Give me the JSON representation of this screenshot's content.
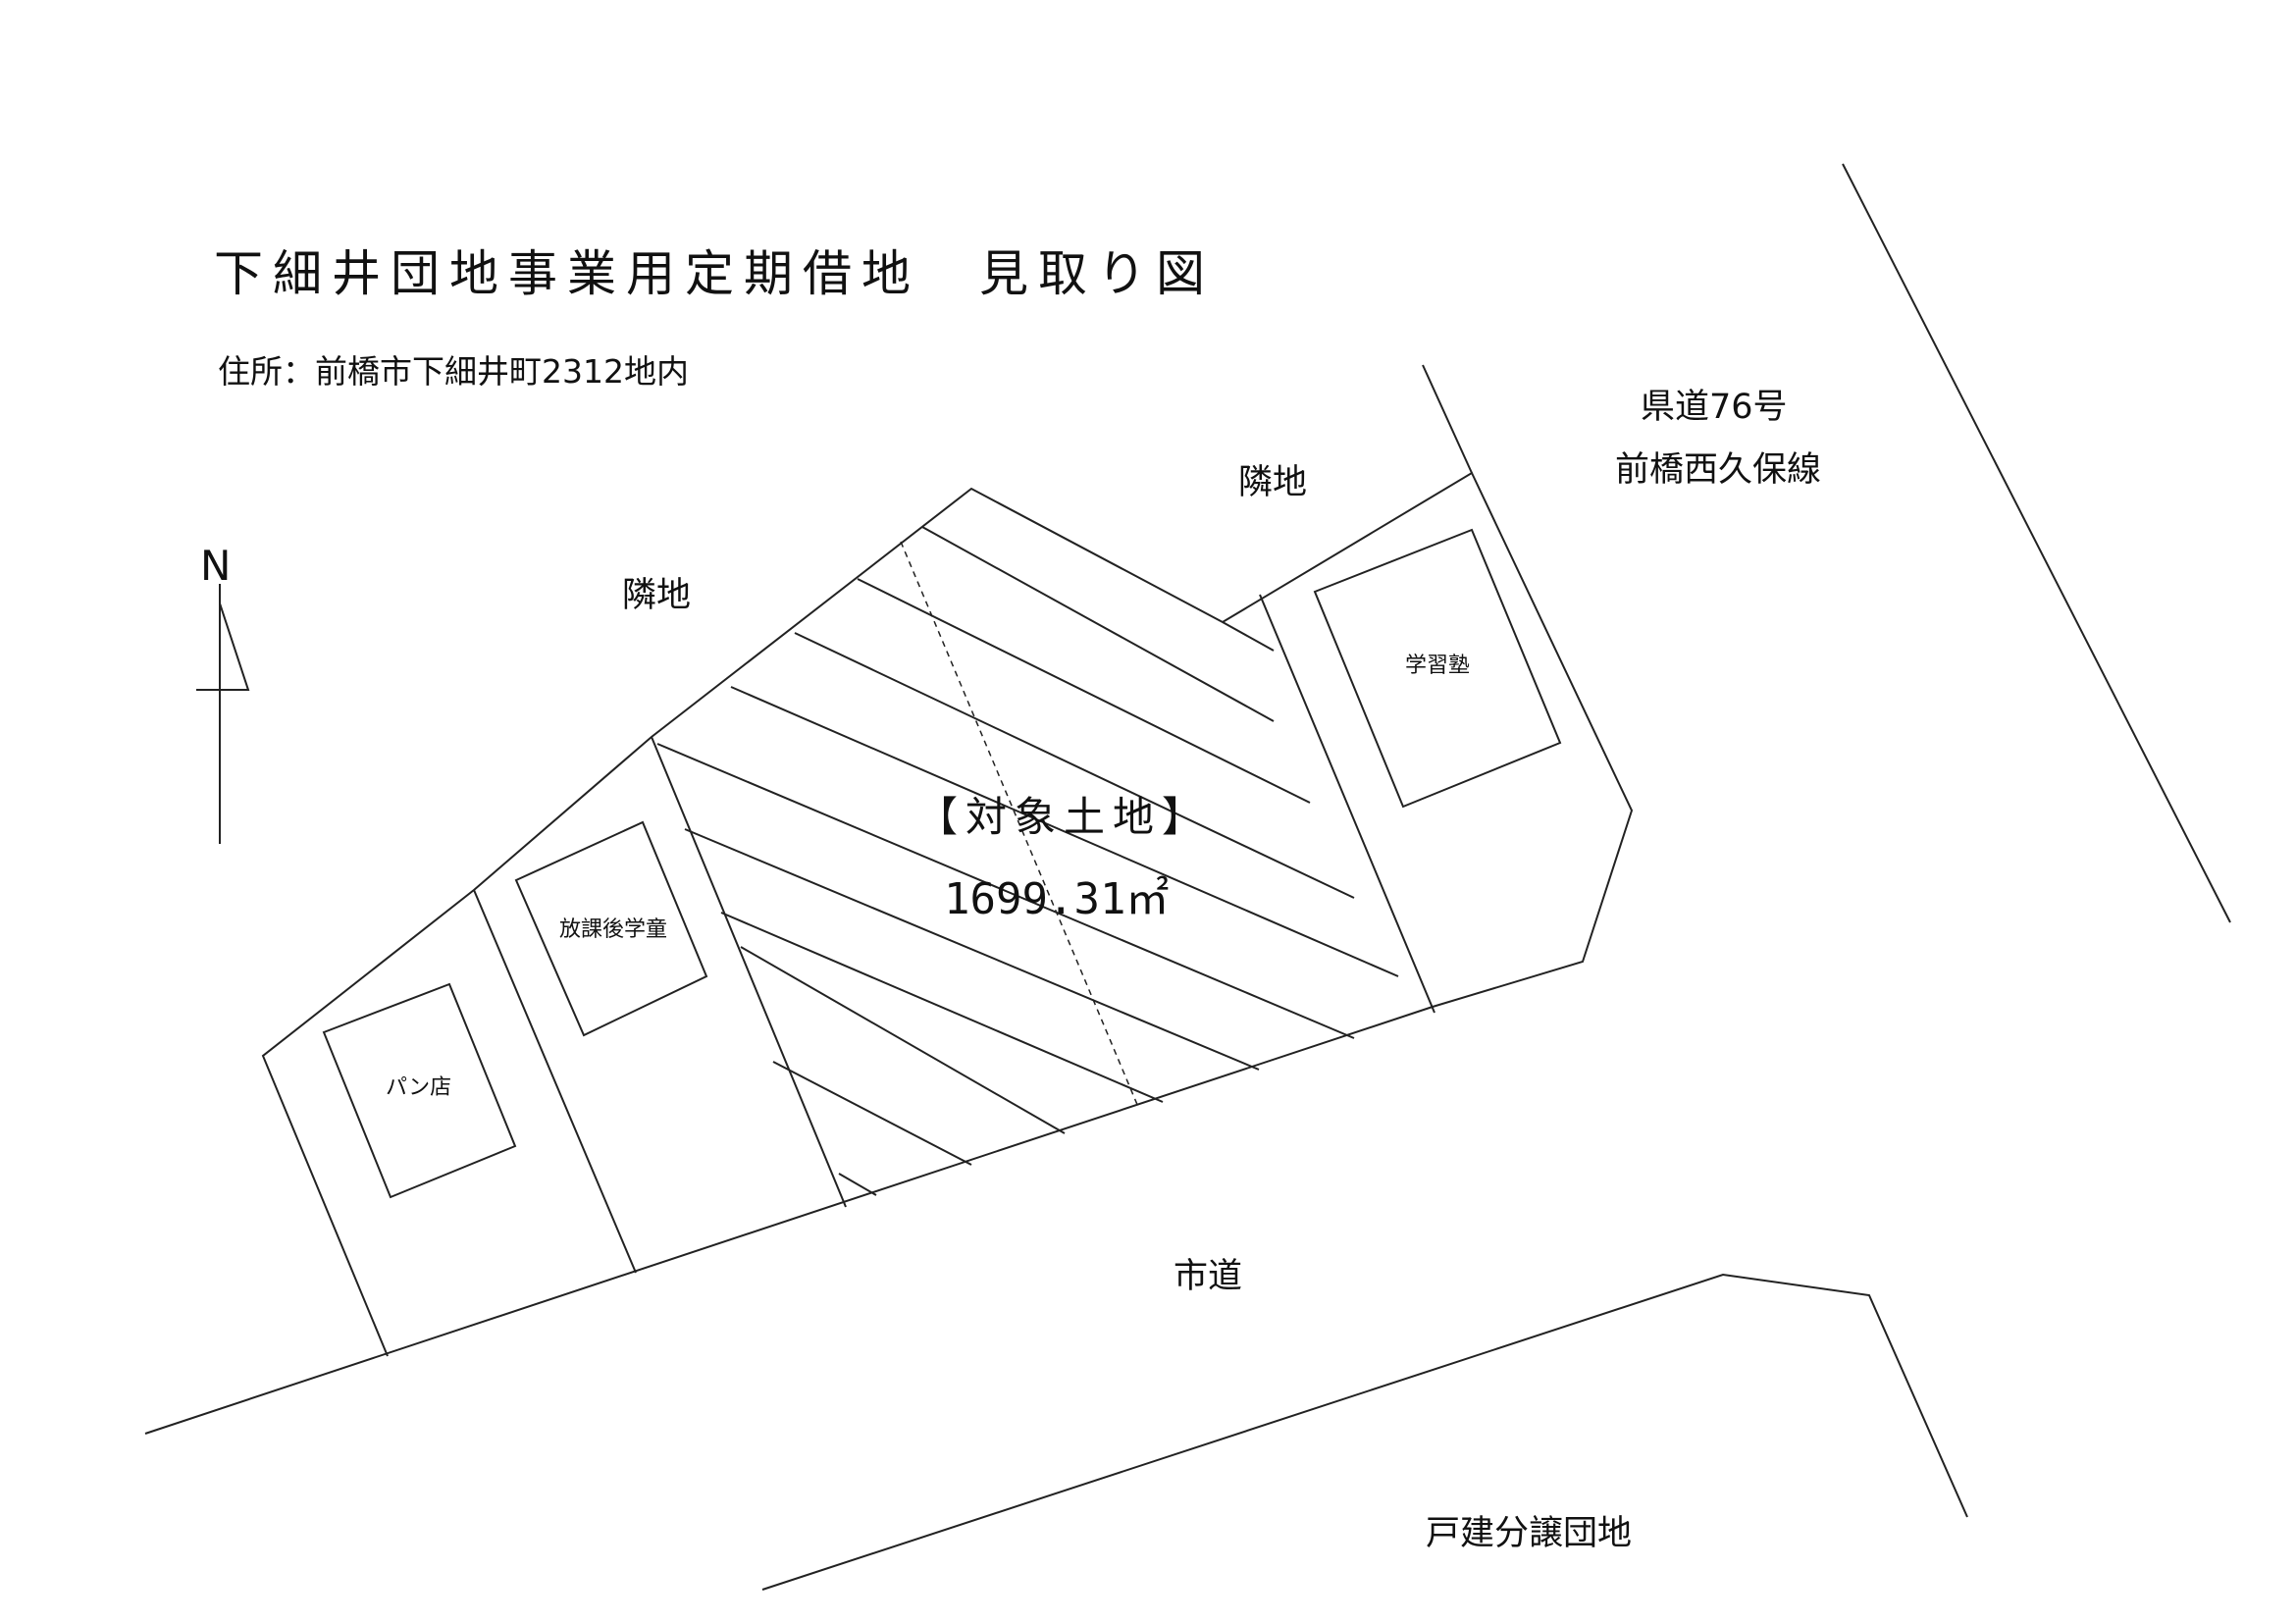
{
  "title": "下細井団地事業用定期借地　見取り図",
  "address": "住所：前橋市下細井町2312地内",
  "labels": {
    "prefectural_road_line1": "県道76号",
    "prefectural_road_line2": "前橋西久保線",
    "neighbor_north": "隣地",
    "neighbor_northwest": "隣地",
    "target_land": "【対象土地】",
    "target_area": "1699.31㎡",
    "cram_school": "学習塾",
    "afterschool_care": "放課後学童",
    "bakery": "パン店",
    "city_road": "市道",
    "detached_housing": "戸建分譲団地",
    "north_mark": "N"
  }
}
